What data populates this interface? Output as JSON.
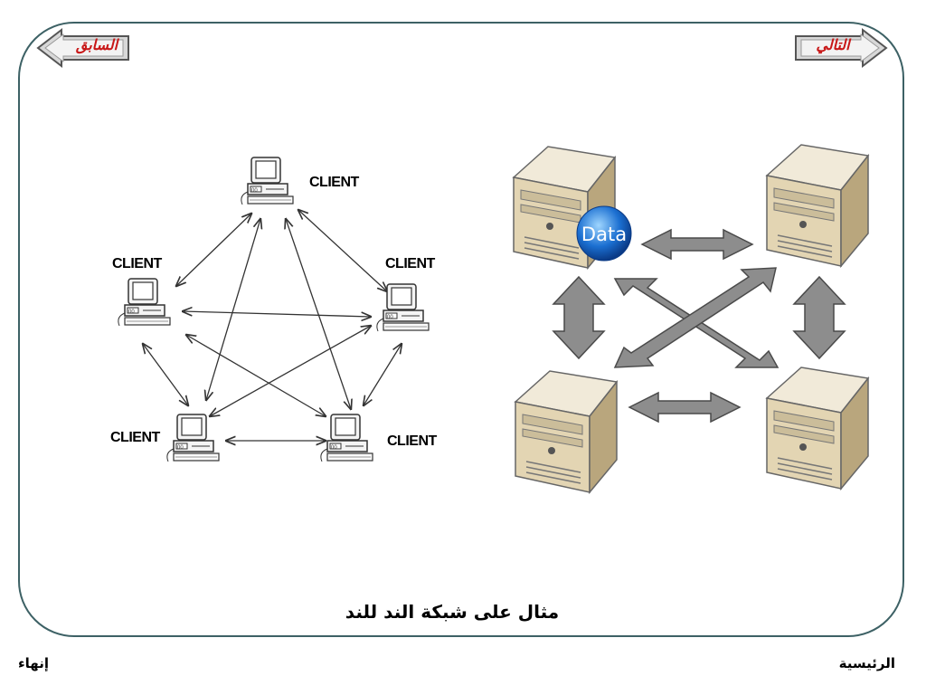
{
  "nav": {
    "prev_label": "السابق",
    "next_label": "التالي",
    "home_label": "الرئيسية",
    "exit_label": "إنهاء"
  },
  "slide": {
    "caption": "مثال على شبكة الند للند"
  },
  "p2p_clients": {
    "labels": [
      "CLIENT",
      "CLIENT",
      "CLIENT",
      "CLIENT",
      "CLIENT"
    ]
  },
  "server_network": {
    "data_label": "Data"
  },
  "colors": {
    "frame": "#3d6165",
    "nav_text": "#c81717",
    "arrow_fill": "#8a8a8a",
    "server_body": "#d9c8a4"
  }
}
